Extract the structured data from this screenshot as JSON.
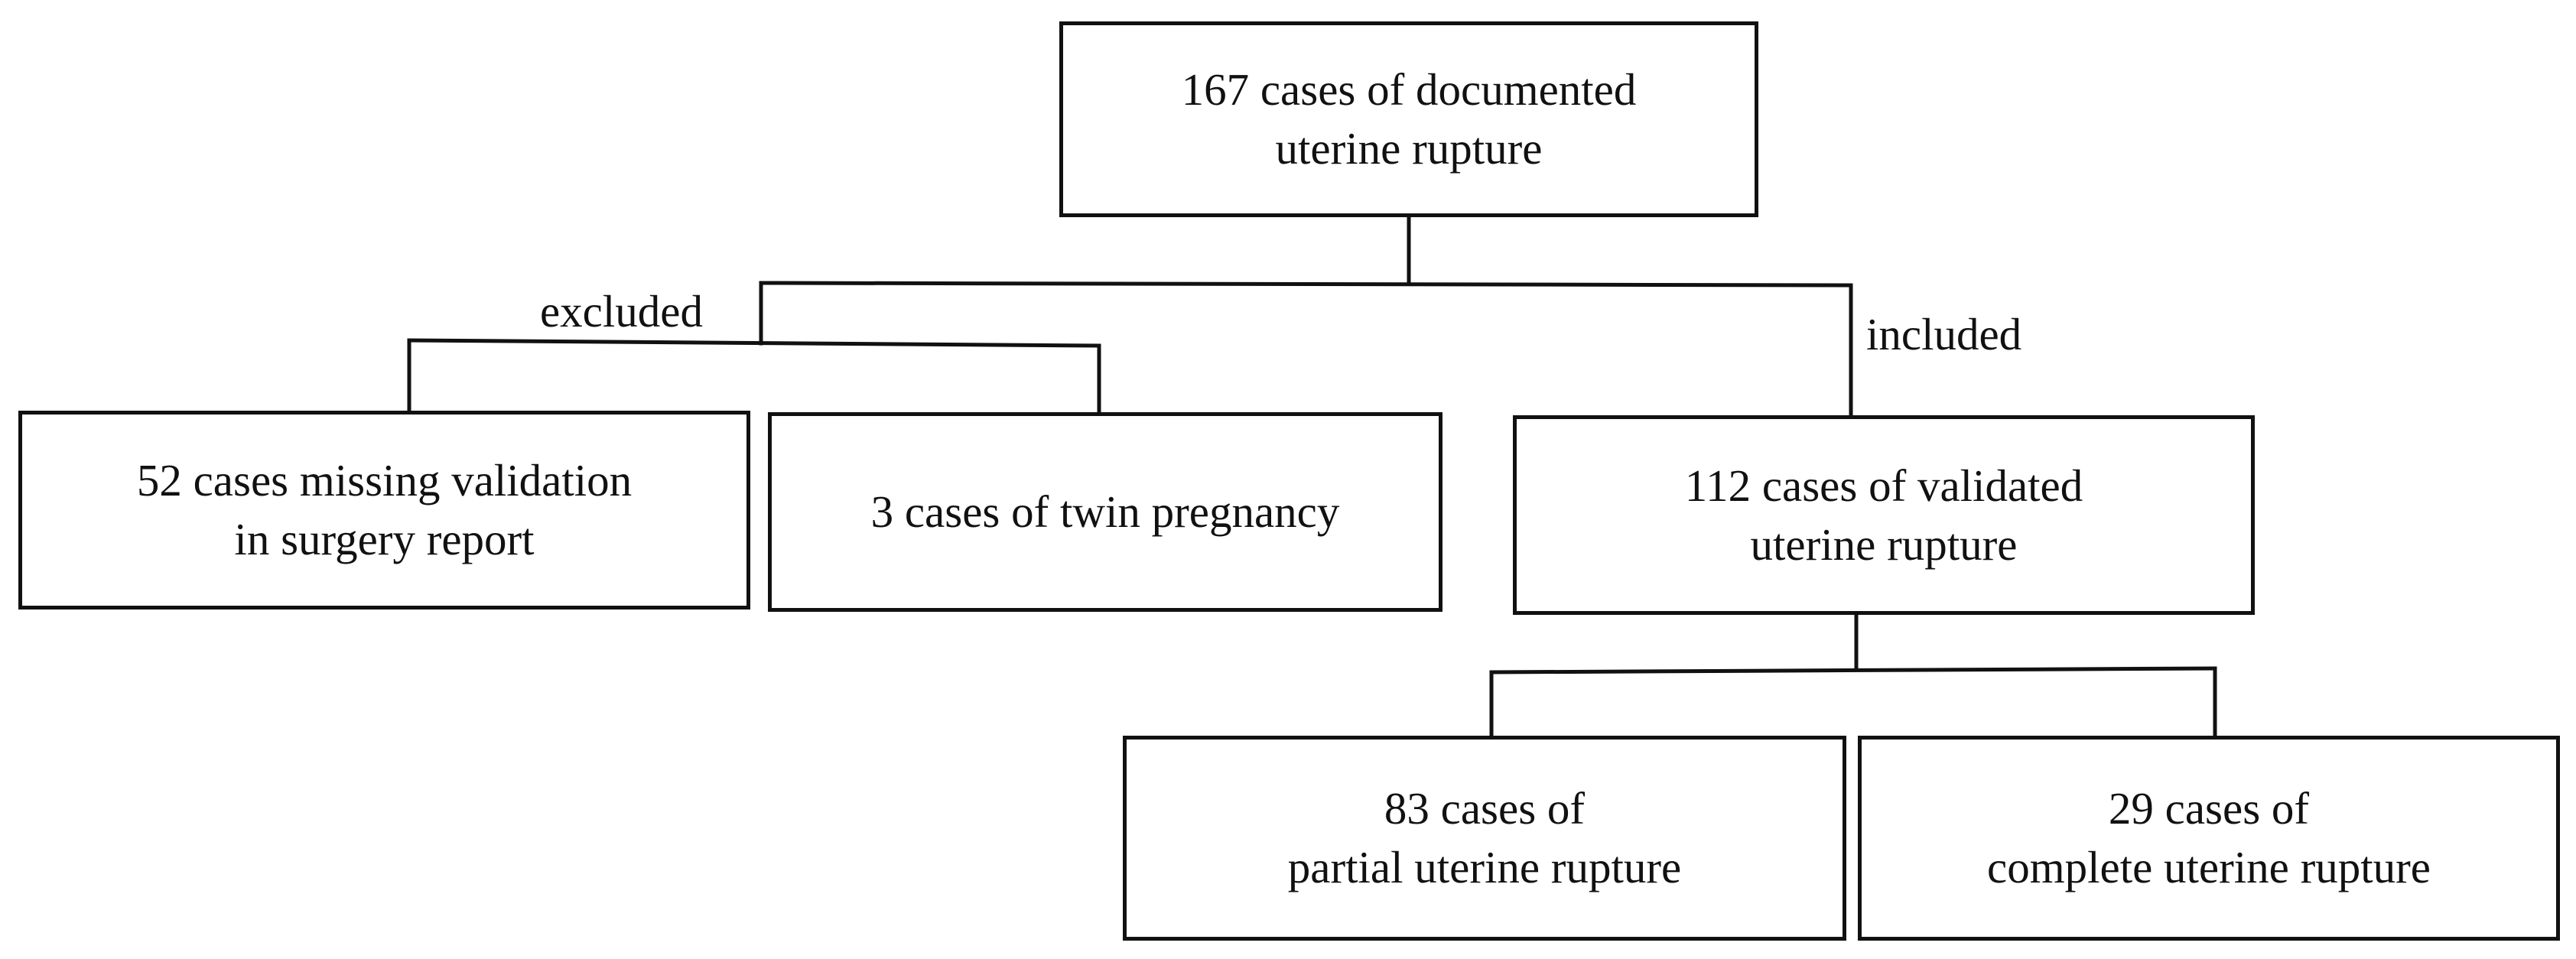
{
  "nodes": {
    "root": {
      "line1": "167 cases of documented",
      "line2": "uterine rupture"
    },
    "missing_validation": {
      "line1": "52 cases missing validation",
      "line2": "in surgery report"
    },
    "twin_pregnancy": {
      "line1": "3 cases of twin pregnancy"
    },
    "validated": {
      "line1": "112 cases of validated",
      "line2": "uterine rupture"
    },
    "partial": {
      "line1": "83 cases of",
      "line2": "partial uterine rupture"
    },
    "complete": {
      "line1": "29 cases of",
      "line2": "complete uterine rupture"
    }
  },
  "edges": {
    "excluded_label": "excluded",
    "included_label": "included"
  },
  "colors": {
    "stroke": "#111111",
    "background": "#ffffff"
  }
}
